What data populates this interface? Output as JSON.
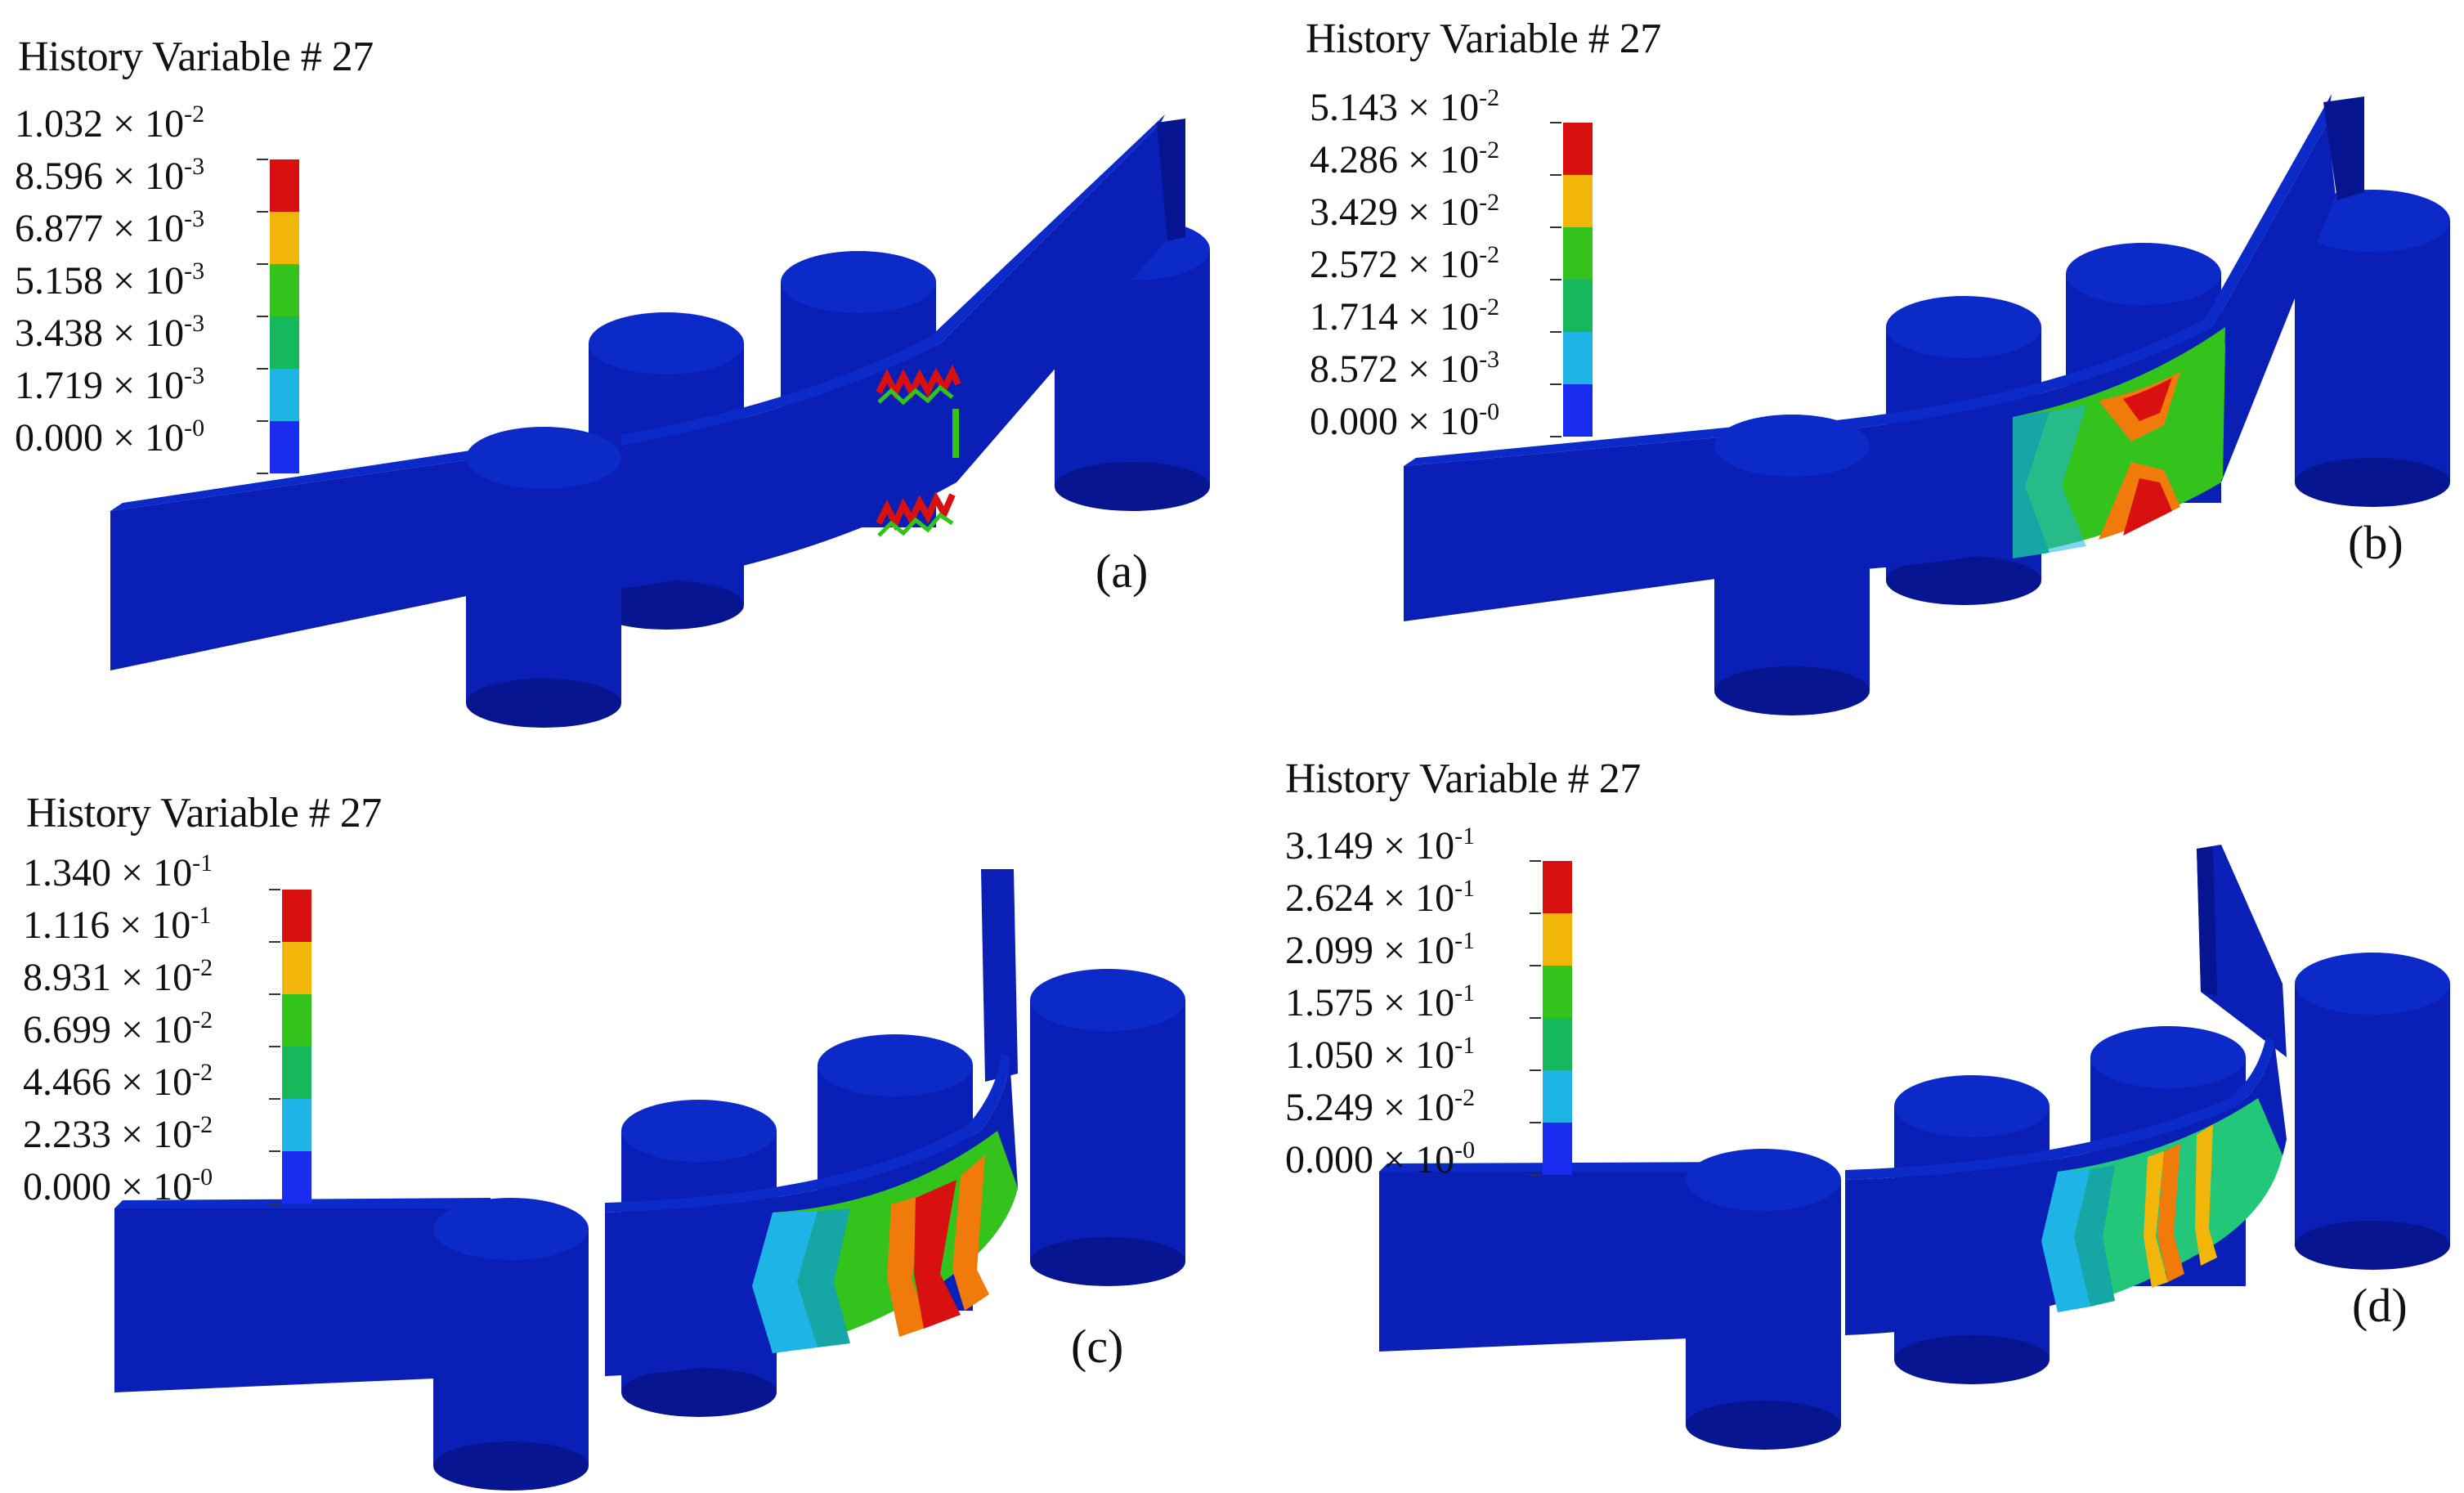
{
  "colors": {
    "blue": "#0a1fb5",
    "blue_dark": "#071690",
    "blue_top": "#0b2ac8",
    "light_blue": "#1eb4e6",
    "cyan_teal": "#16a6a6",
    "green_light": "#22c77a",
    "green": "#33c31c",
    "yellow": "#f2b60a",
    "orange": "#f07a0a",
    "red": "#d81010"
  },
  "legend_colors": [
    "#d81010",
    "#f2b60a",
    "#33c31c",
    "#16b85c",
    "#1eb4e6",
    "#1a2cf0"
  ],
  "panels": [
    {
      "id": "a",
      "label": "(a)",
      "title": "History Variable # 27",
      "values": [
        {
          "mant": "1.032 × 10",
          "exp": "-2"
        },
        {
          "mant": "8.596 × 10",
          "exp": "-3"
        },
        {
          "mant": "6.877 × 10",
          "exp": "-3"
        },
        {
          "mant": "5.158 × 10",
          "exp": "-3"
        },
        {
          "mant": "3.438 × 10",
          "exp": "-3"
        },
        {
          "mant": "1.719 × 10",
          "exp": "-3"
        },
        {
          "mant": "0.000 × 10",
          "exp": "-0"
        }
      ]
    },
    {
      "id": "b",
      "label": "(b)",
      "title": "History Variable # 27",
      "values": [
        {
          "mant": "5.143 × 10",
          "exp": "-2"
        },
        {
          "mant": "4.286 × 10",
          "exp": "-2"
        },
        {
          "mant": "3.429 × 10",
          "exp": "-2"
        },
        {
          "mant": "2.572 × 10",
          "exp": "-2"
        },
        {
          "mant": "1.714 × 10",
          "exp": "-2"
        },
        {
          "mant": "8.572 × 10",
          "exp": "-3"
        },
        {
          "mant": "0.000 × 10",
          "exp": "-0"
        }
      ]
    },
    {
      "id": "c",
      "label": "(c)",
      "title": "History Variable # 27",
      "values": [
        {
          "mant": "1.340 × 10",
          "exp": "-1"
        },
        {
          "mant": "1.116 × 10",
          "exp": "-1"
        },
        {
          "mant": "8.931 × 10",
          "exp": "-2"
        },
        {
          "mant": "6.699 × 10",
          "exp": "-2"
        },
        {
          "mant": "4.466 × 10",
          "exp": "-2"
        },
        {
          "mant": "2.233 × 10",
          "exp": "-2"
        },
        {
          "mant": "0.000 × 10",
          "exp": "-0"
        }
      ]
    },
    {
      "id": "d",
      "label": "(d)",
      "title": "History Variable # 27",
      "values": [
        {
          "mant": "3.149 × 10",
          "exp": "-1"
        },
        {
          "mant": "2.624 × 10",
          "exp": "-1"
        },
        {
          "mant": "2.099 × 10",
          "exp": "-1"
        },
        {
          "mant": "1.575 × 10",
          "exp": "-1"
        },
        {
          "mant": "1.050 × 10",
          "exp": "-1"
        },
        {
          "mant": "5.249 × 10",
          "exp": "-2"
        },
        {
          "mant": "0.000 × 10",
          "exp": "-0"
        }
      ]
    }
  ]
}
